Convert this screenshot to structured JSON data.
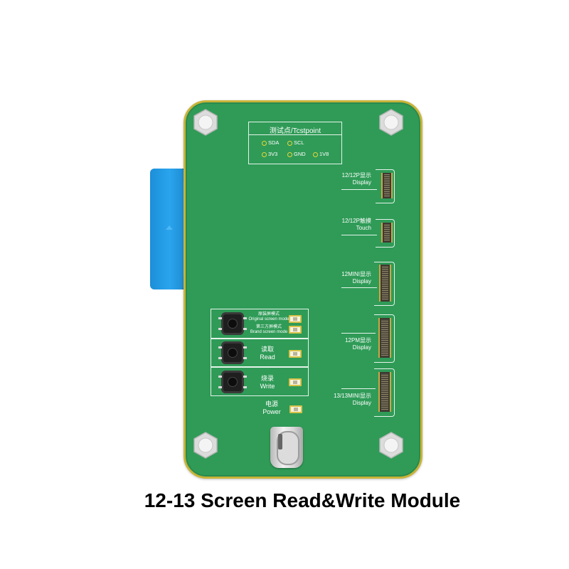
{
  "caption": "12-13 Screen Read&Write Module",
  "testpoint": {
    "title": "测试点/Tcstpoint",
    "pins": [
      "SDA",
      "SCL",
      "3V3",
      "GND",
      "1V8"
    ]
  },
  "connectors": [
    {
      "line1": "12/12P显示",
      "line2": "Display"
    },
    {
      "line1": "12/12P触摸",
      "line2": "Touch"
    },
    {
      "line1": "12MINI显示",
      "line2": "Display"
    },
    {
      "line1": "12PM显示",
      "line2": "Display"
    },
    {
      "line1": "13/13MINI显示",
      "line2": "Display"
    }
  ],
  "buttons": {
    "mode_original_cn": "原装屏模式",
    "mode_original_en": "Original screen mode",
    "mode_brand_cn": "第三方屏模式",
    "mode_brand_en": "Brand screen mode",
    "read_cn": "读取",
    "read_en": "Read",
    "write_cn": "烧录",
    "write_en": "Write",
    "power_cn": "电源",
    "power_en": "Power"
  },
  "colors": {
    "board": "#2f9b57",
    "board_border": "#c9b338",
    "clip": "#2aa4ee",
    "silkscreen": "#ffffff"
  },
  "icons": [
    "screw-icon",
    "usb-c-port-icon",
    "tact-switch-icon",
    "led-icon"
  ]
}
